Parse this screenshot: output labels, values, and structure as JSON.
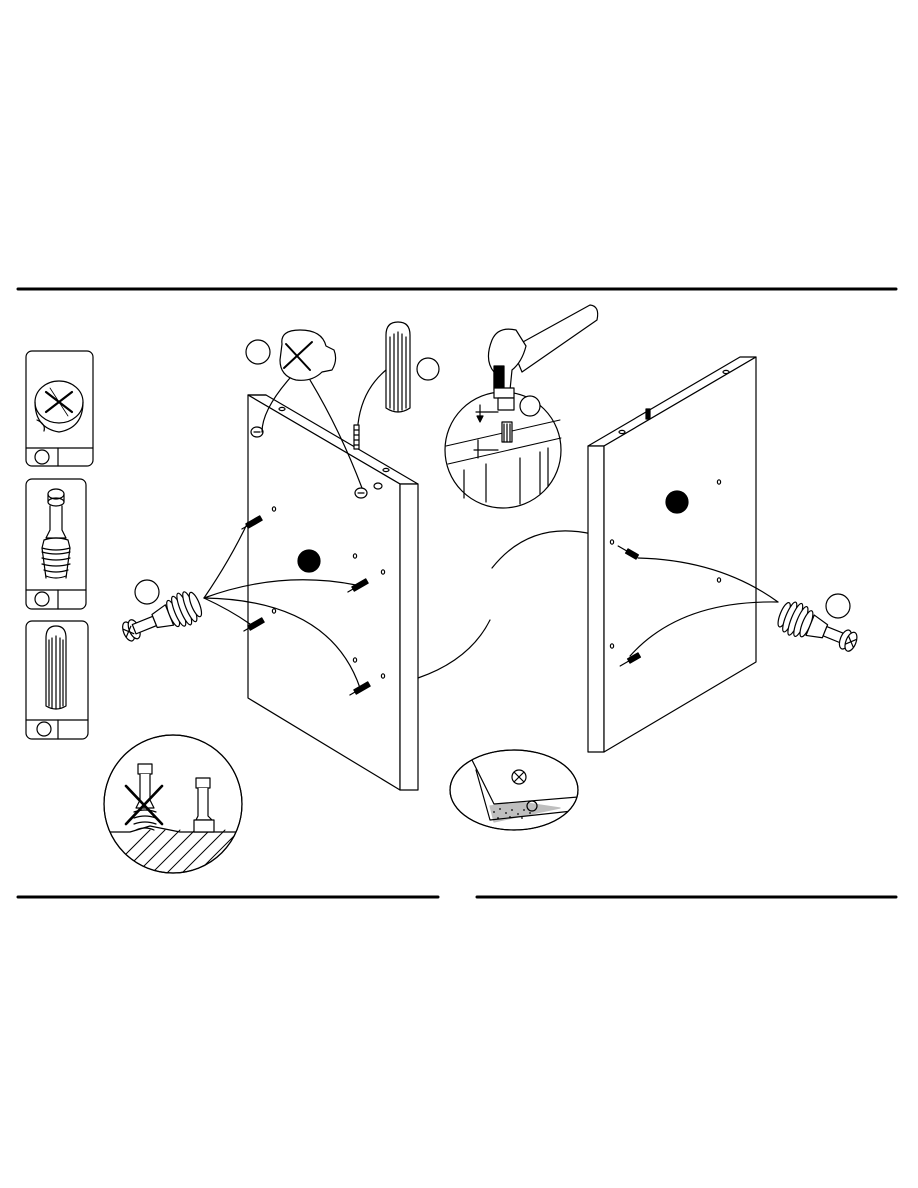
{
  "page": {
    "type": "assembly-instruction-step",
    "background": "#ffffff",
    "ink": "#000000"
  },
  "rules": [
    "top-rule",
    "bottom-left-rule",
    "bottom-right-rule"
  ],
  "parts_panel": {
    "items": [
      {
        "part": "cam-lock",
        "icon": "cam-lock-icon"
      },
      {
        "part": "cam-bolt",
        "icon": "cam-bolt-icon"
      },
      {
        "part": "wooden-dowel",
        "icon": "dowel-icon"
      }
    ]
  },
  "panels": [
    {
      "part": "left-side-panel",
      "marker": "black-dot"
    },
    {
      "part": "right-side-panel",
      "marker": "black-dot"
    }
  ],
  "callouts": [
    {
      "type": "part-reference-circle",
      "for": "cam-lock"
    },
    {
      "type": "part-reference-circle",
      "for": "dowel"
    },
    {
      "type": "part-reference-circle",
      "for": "cam-bolt-left"
    },
    {
      "type": "part-reference-circle",
      "for": "dowel-hammer"
    },
    {
      "type": "part-reference-circle",
      "for": "cam-bolt-right"
    }
  ],
  "details": [
    {
      "name": "hammer-dowel-detail",
      "icon": "hammer-icon"
    },
    {
      "name": "correct-incorrect-bolt-depth",
      "icon": "cross-mark-icon"
    },
    {
      "name": "cam-lock-orientation-detail",
      "icon": "cam-lock-icon"
    }
  ]
}
